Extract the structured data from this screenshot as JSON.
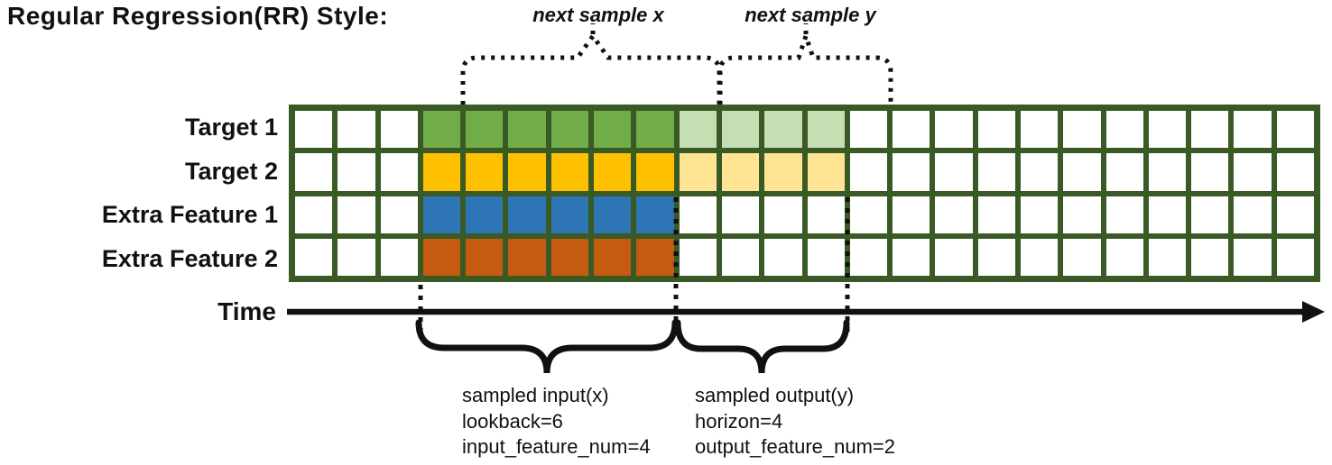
{
  "title": "Regular Regression(RR) Style:",
  "labels": {
    "next_sample_x": "next sample x",
    "next_sample_y": "next sample y",
    "time": "Time"
  },
  "input_annotation": {
    "line1": "sampled input(x)",
    "line2": "lookback=6",
    "line3": "input_feature_num=4"
  },
  "output_annotation": {
    "line1": "sampled output(y)",
    "line2": "horizon=4",
    "line3": "output_feature_num=2"
  },
  "grid": {
    "num_columns": 24,
    "num_rows": 4,
    "input_start_col": 4,
    "input_end_col": 9,
    "output_start_col": 10,
    "output_end_col": 13,
    "border_color": "#3A5A25",
    "empty_cell_color": "#FFFFFF",
    "rows": [
      {
        "label": "Target 1",
        "input_color": "#70AD47",
        "output_color": "#C5DFB4"
      },
      {
        "label": "Target 2",
        "input_color": "#FFC000",
        "output_color": "#FFE494"
      },
      {
        "label": "Extra Feature 1",
        "input_color": "#2E75B6",
        "output_color": null
      },
      {
        "label": "Extra Feature 2",
        "input_color": "#C55A11",
        "output_color": null
      }
    ]
  }
}
